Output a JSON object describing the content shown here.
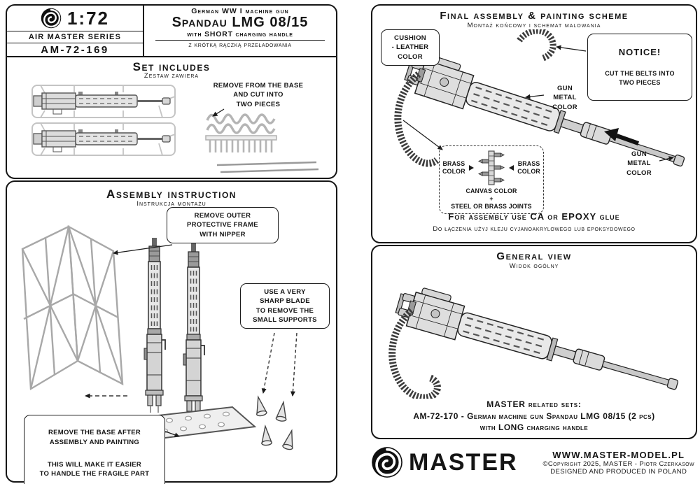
{
  "page": {
    "paper_color": "#ffffff",
    "ink_color": "#151515"
  },
  "header": {
    "scale": "1:72",
    "series": "AIR MASTER SERIES",
    "set_number": "AM-72-169",
    "gun_type": "German WW I machine gun",
    "gun_name": "Spandau LMG 08/15",
    "handle_note": "with SHORT charging handle",
    "handle_note_pl": "z krótką rączką przeładowania"
  },
  "set_includes": {
    "title": "Set includes",
    "subtitle_pl": "Zestaw zawiera",
    "callout_remove_base": "REMOVE FROM THE BASE\nAND CUT INTO\nTWO PIECES"
  },
  "assembly": {
    "title": "Assembly instruction",
    "subtitle_pl": "Instrukcja montażu",
    "callout_frame": "REMOVE OUTER\nPROTECTIVE FRAME\nWITH NIPPER",
    "callout_blade": "USE A VERY\nSHARP BLADE\nTO REMOVE THE\nSMALL SUPPORTS",
    "callout_base_line1": "REMOVE THE BASE AFTER\nASSEMBLY AND PAINTING",
    "callout_base_line2": "THIS WILL MAKE IT EASIER\nTO HANDLE THE FRAGILE PART"
  },
  "painting": {
    "title": "Final assembly & painting scheme",
    "subtitle_pl": "Montaż końcowy i schemat malowania",
    "label_cushion": "CUSHION\n- LEATHER\nCOLOR",
    "notice_title": "NOTICE!",
    "notice_body": "CUT THE BELTS INTO\nTWO PIECES",
    "label_gun_metal_upper": "GUN\nMETAL\nCOLOR",
    "label_gun_metal_lower": "GUN\nMETAL\nCOLOR",
    "label_brass_left": "BRASS\nCOLOR",
    "label_brass_right": "BRASS\nCOLOR",
    "label_canvas": "CANVAS COLOR",
    "label_plus": "+",
    "label_joints": "STEEL OR BRASS JOINTS",
    "glue_note": "For assembly use CA or EPOXY glue",
    "glue_note_pl": "Do łączenia użyj kleju cyjanoakrylowego lub epoksydowego"
  },
  "general_view": {
    "title": "General view",
    "subtitle_pl": "Widok ogólny",
    "related_title": "MASTER related sets:",
    "related_set_line1": "AM-72-170 - German machine gun Spandau LMG 08/15 (2 pcs)",
    "related_set_line2": "with LONG charging handle"
  },
  "footer": {
    "brand": "MASTER",
    "website": "WWW.MASTER-MODEL.PL",
    "copyright": "©Copyright 2025, MASTER - Piotr Czerkasow",
    "made_in": "DESIGNED AND PRODUCED IN POLAND"
  }
}
